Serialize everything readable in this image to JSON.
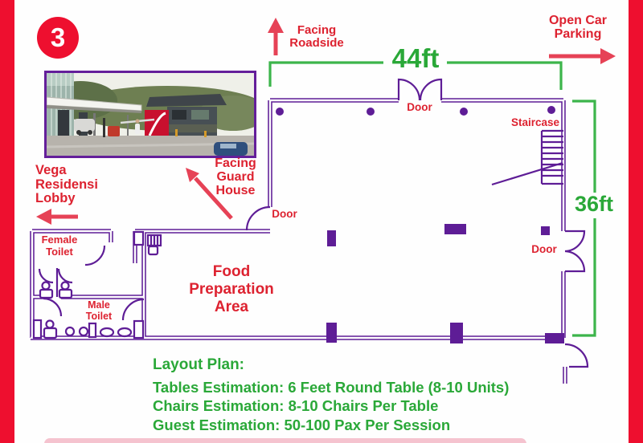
{
  "badge_number": "3",
  "colors": {
    "frame_red": "#ee0f2f",
    "text_red": "#dd2230",
    "arrow_red": "#e64256",
    "wall_purple": "#5e1d96",
    "dim_green": "#3cb54b",
    "text_green": "#2aa838"
  },
  "annotations": {
    "facing_roadside": "Facing\nRoadside",
    "open_car_parking": "Open Car\nParking",
    "facing_guard_house": "Facing\nGuard\nHouse",
    "vega_lobby": "Vega\nResidensi\nLobby"
  },
  "plan": {
    "width_label": "44ft",
    "height_label": "36ft",
    "door_top": "Door",
    "door_left": "Door",
    "door_right": "Door",
    "staircase": "Staircase",
    "female_toilet": "Female\nToilet",
    "male_toilet": "Male\nToilet",
    "food_prep_area": "Food\nPreparation\nArea"
  },
  "layout_plan": {
    "heading": "Layout Plan:",
    "lines": [
      "Tables Estimation: 6 Feet Round Table (8-10 Units)",
      "Chairs Estimation: 8-10 Chairs Per Table",
      "Guest Estimation: 50-100 Pax Per Session"
    ]
  }
}
